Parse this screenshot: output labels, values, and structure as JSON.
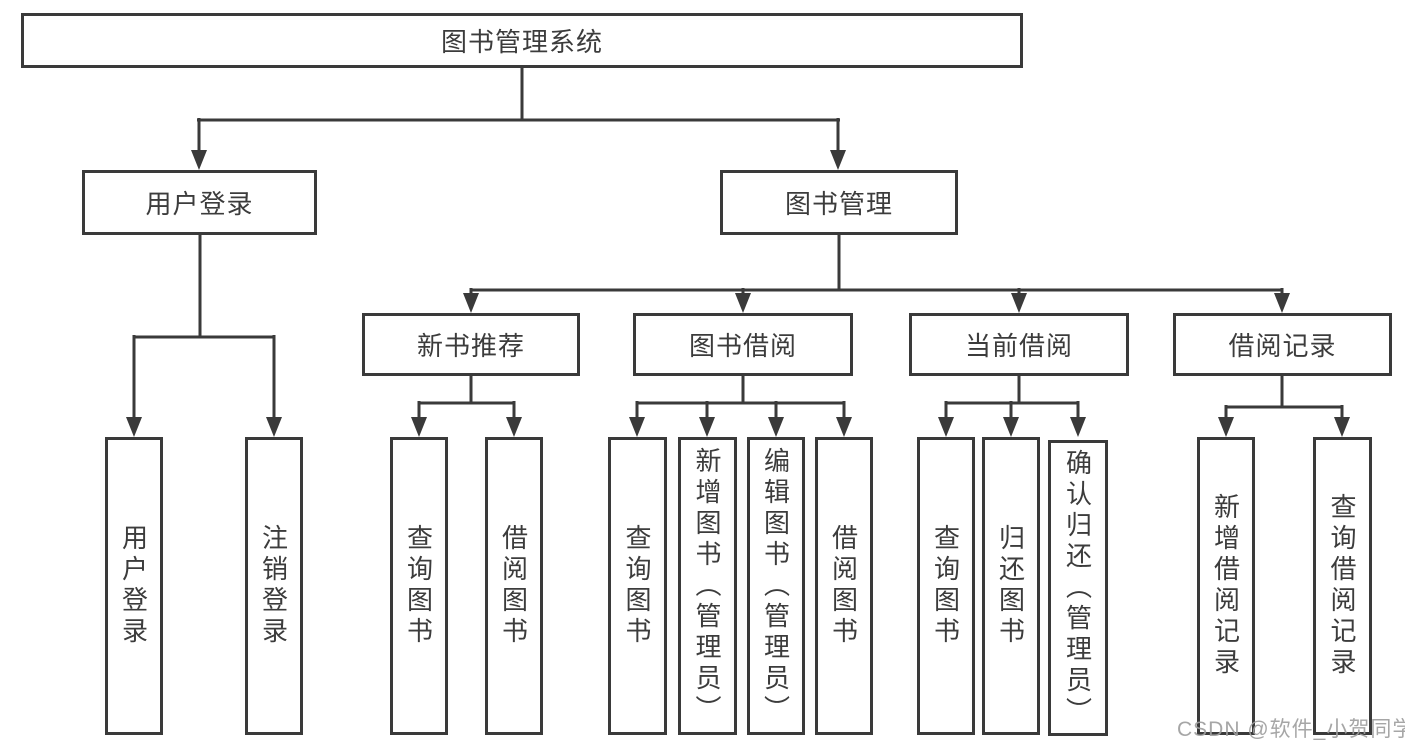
{
  "tree": {
    "root": {
      "label": "图书管理系统"
    },
    "branches": [
      {
        "label": "用户登录",
        "children": [
          {
            "label": "用户登录"
          },
          {
            "label": "注销登录"
          }
        ]
      },
      {
        "label": "图书管理",
        "groups": [
          {
            "label": "新书推荐",
            "children": [
              {
                "label": "查询图书"
              },
              {
                "label": "借阅图书"
              }
            ]
          },
          {
            "label": "图书借阅",
            "children": [
              {
                "label": "查询图书"
              },
              {
                "label": "新增图书（管理员）"
              },
              {
                "label": "编辑图书（管理员）"
              },
              {
                "label": "借阅图书"
              }
            ]
          },
          {
            "label": "当前借阅",
            "children": [
              {
                "label": "查询图书"
              },
              {
                "label": "归还图书"
              },
              {
                "label": "确认归还（管理员）"
              }
            ]
          },
          {
            "label": "借阅记录",
            "children": [
              {
                "label": "新增借阅记录"
              },
              {
                "label": "查询借阅记录"
              }
            ]
          }
        ]
      }
    ]
  },
  "watermark": {
    "text": "CSDN @软件_小贺同学"
  },
  "colors": {
    "line": "#3a3a3a",
    "text": "#3c3c3c",
    "box_background": "#ffffff",
    "watermark": "#9e9e9e"
  }
}
